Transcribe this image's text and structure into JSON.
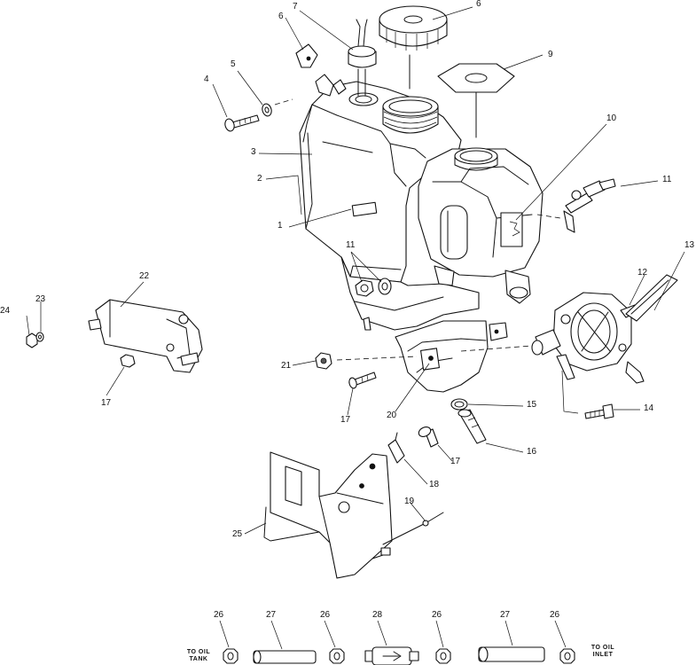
{
  "callouts": [
    {
      "id": "label-1",
      "text": "1"
    },
    {
      "id": "label-2",
      "text": "2"
    },
    {
      "id": "label-3",
      "text": "3"
    },
    {
      "id": "label-4",
      "text": "4"
    },
    {
      "id": "label-5",
      "text": "5"
    },
    {
      "id": "label-6-clip",
      "text": "6"
    },
    {
      "id": "label-6-cap",
      "text": "6"
    },
    {
      "id": "label-7-sender",
      "text": "7"
    },
    {
      "id": "label-9",
      "text": "9"
    },
    {
      "id": "label-10",
      "text": "10"
    },
    {
      "id": "label-11-fitting",
      "text": "11"
    },
    {
      "id": "label-11-nut",
      "text": "11"
    },
    {
      "id": "label-12",
      "text": "12"
    },
    {
      "id": "label-13",
      "text": "13"
    },
    {
      "id": "label-14",
      "text": "14"
    },
    {
      "id": "label-15",
      "text": "15"
    },
    {
      "id": "label-16",
      "text": "16"
    },
    {
      "id": "label-17-screw-a",
      "text": "17"
    },
    {
      "id": "label-17-screw-b",
      "text": "17"
    },
    {
      "id": "label-17-screw-c",
      "text": "17"
    },
    {
      "id": "label-18",
      "text": "18"
    },
    {
      "id": "label-19",
      "text": "19"
    },
    {
      "id": "label-20",
      "text": "20"
    },
    {
      "id": "label-21",
      "text": "21"
    },
    {
      "id": "label-22",
      "text": "22"
    },
    {
      "id": "label-23",
      "text": "23"
    },
    {
      "id": "label-24",
      "text": "24"
    },
    {
      "id": "label-25",
      "text": "25"
    },
    {
      "id": "label-26-a",
      "text": "26"
    },
    {
      "id": "label-26-b",
      "text": "26"
    },
    {
      "id": "label-26-c",
      "text": "26"
    },
    {
      "id": "label-26-d",
      "text": "26"
    },
    {
      "id": "label-27-a",
      "text": "27"
    },
    {
      "id": "label-27-b",
      "text": "27"
    },
    {
      "id": "label-28",
      "text": "28"
    }
  ],
  "hose_routing": {
    "left_end": {
      "line1": "TO OIL",
      "line2": "TANK"
    },
    "right_end": {
      "line1": "TO OIL",
      "line2": "INLET"
    }
  }
}
